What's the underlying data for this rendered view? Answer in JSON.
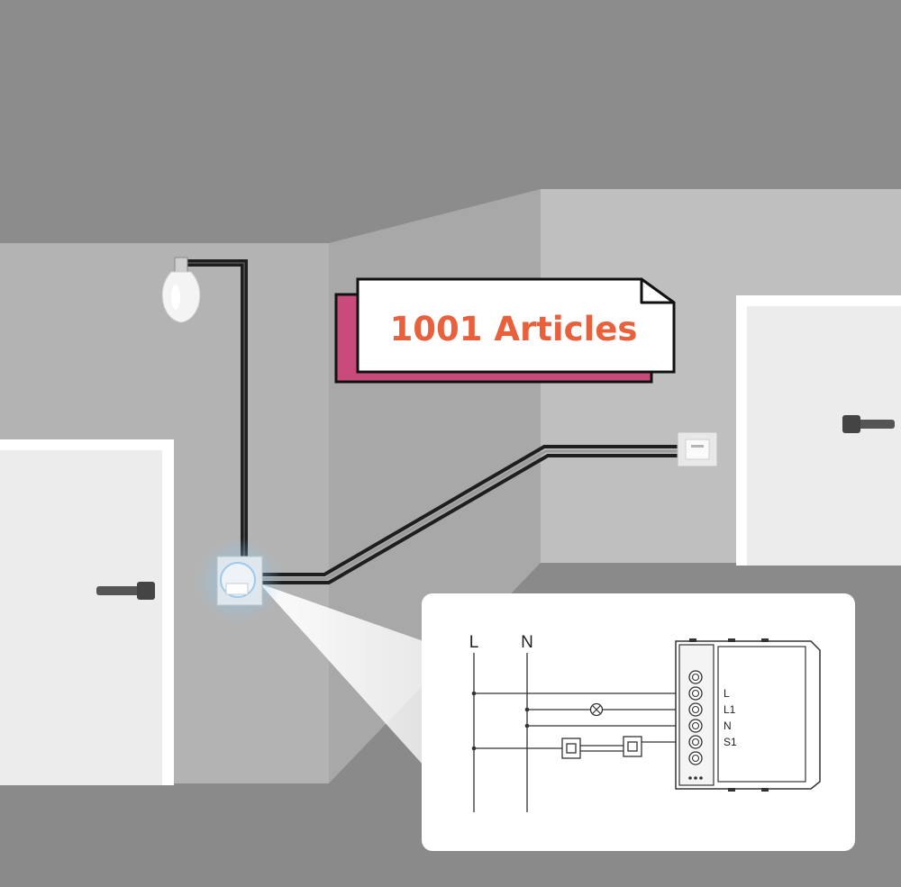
{
  "banner": {
    "text": "1001 Articles"
  },
  "diagram": {
    "line_labels": [
      "L",
      "N"
    ],
    "terminal_labels": [
      "L",
      "L1",
      "N",
      "S1"
    ],
    "lamp_symbol": "⊗"
  },
  "icons": [
    "light-bulb-icon",
    "smart-switch-module-icon",
    "wall-switch-icon",
    "door-handle-icon",
    "lamp-symbol-icon",
    "switch-symbol-icon",
    "relay-module-icon"
  ],
  "colors": {
    "wall_left": "#b3b3b3",
    "wall_right": "#bfbfbf",
    "ceiling": "#8c8c8c",
    "floor": "#8a8a8a",
    "wire": "#1e1e1e",
    "banner_text": "#e8603c",
    "banner_shadow": "#c94b7c",
    "module_glow": "#8ec9f2"
  }
}
